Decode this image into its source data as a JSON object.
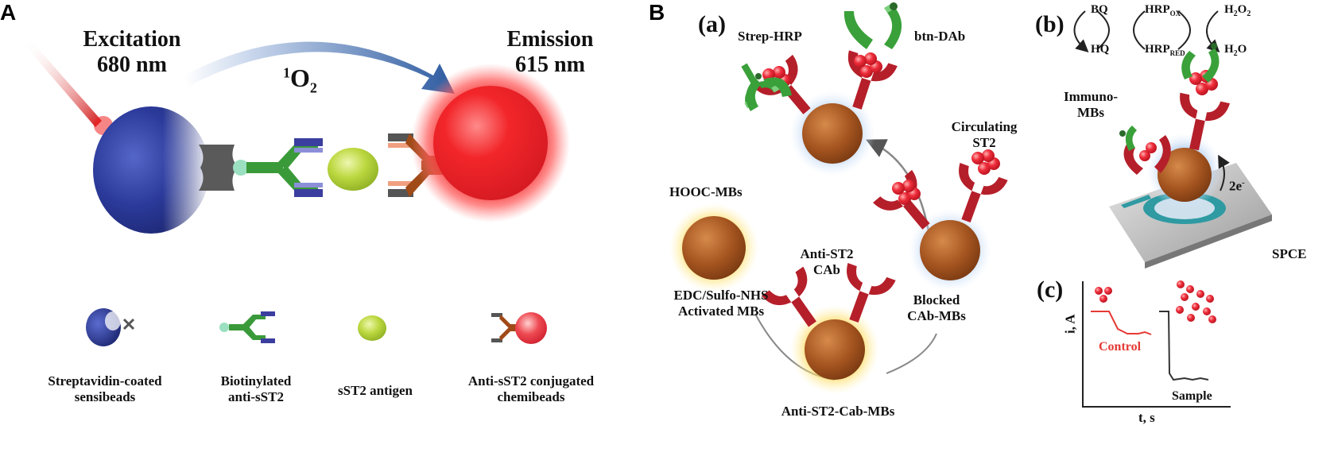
{
  "panelA": {
    "letter": "A",
    "excitation": "Excitation",
    "excitation_nm": "680 nm",
    "singlet_oxygen_sup": "1",
    "singlet_oxygen_base": "O",
    "singlet_oxygen_sub": "2",
    "emission": "Emission",
    "emission_nm": "615 nm",
    "legend": [
      {
        "line1": "Streptavidin-coated",
        "line2": "sensibeads"
      },
      {
        "line1": "Biotinylated",
        "line2": "anti-sST2"
      },
      {
        "line1": "sST2 antigen",
        "line2": ""
      },
      {
        "line1": "Anti-sST2 conjugated",
        "line2": "chemibeads"
      }
    ]
  },
  "panelB": {
    "letter": "B",
    "a": {
      "label": "(a)",
      "strep_hrp": "Strep-HRP",
      "btn_dab": "btn-DAb",
      "circulating_1": "Circulating",
      "circulating_2": "ST2",
      "hooc": "HOOC-MBs",
      "edc_1": "EDC/Sulfo-NHS",
      "edc_2": "Activated MBs",
      "anti_cab_1": "Anti-ST2",
      "anti_cab_2": "CAb",
      "blocked_1": "Blocked",
      "blocked_2": "CAb-MBs",
      "anti_st2_cab_mbs": "Anti-ST2-Cab-MBs"
    },
    "b": {
      "label": "(b)",
      "bq": "BQ",
      "hq": "HQ",
      "hrp_ox_base": "HRP",
      "hrp_ox_sub": "OX",
      "hrp_red_base": "HRP",
      "hrp_red_sub": "RED",
      "h2o2_a": "H",
      "h2o2_b": "2",
      "h2o2_c": "O",
      "h2o2_d": "2",
      "h2o_a": "H",
      "h2o_b": "2",
      "h2o_c": "O",
      "immuno_1": "Immuno-",
      "immuno_2": "MBs",
      "electrons_base": "2e",
      "electrons_sup": "-",
      "spce": "SPCE"
    },
    "c": {
      "label": "(c)",
      "ylabel": "i, A",
      "xlabel": "t, s",
      "control": "Control",
      "sample": "Sample"
    }
  },
  "colors": {
    "sensibead_blue": "#2b3a9a",
    "chemibead_red": "#e8262c",
    "arrow_blue": "#2c5aa0",
    "antibody_green": "#3aa03a",
    "antibody_red": "#b51f2a",
    "bead_brown": "#a4541f",
    "antigen_green": "#b7d63c",
    "glow_yellow": "#ffd23f",
    "glow_blue": "#a9c8f0",
    "control_red": "#e53935"
  }
}
